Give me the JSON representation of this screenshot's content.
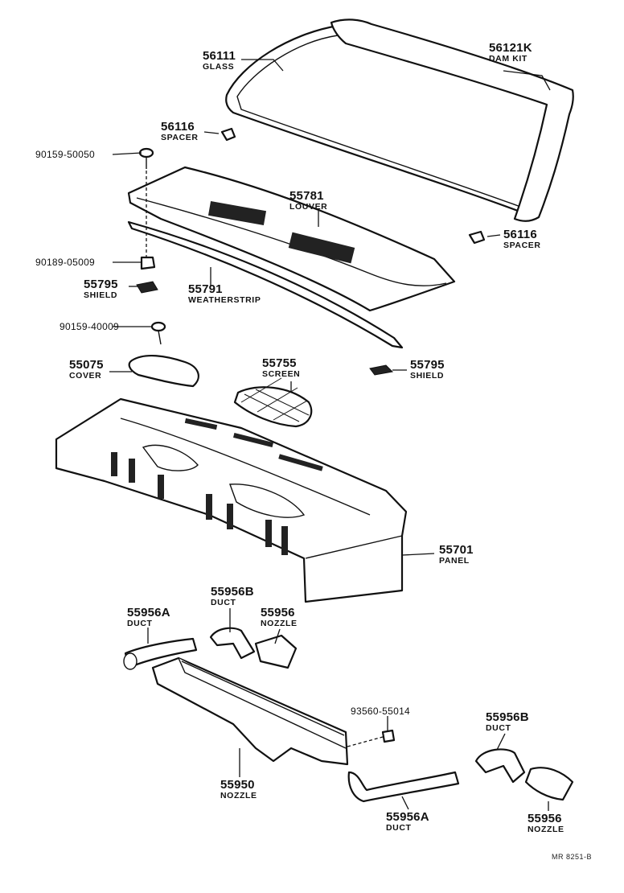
{
  "parts": [
    {
      "id": "glass",
      "number": "56111",
      "name": "GLASS"
    },
    {
      "id": "dam-kit",
      "number": "56121K",
      "name": "DAM KIT"
    },
    {
      "id": "spacer-upper",
      "number": "56116",
      "name": "SPACER"
    },
    {
      "id": "bolt-upper",
      "number": "90159-50050",
      "name": ""
    },
    {
      "id": "louver",
      "number": "55781",
      "name": "LOUVER"
    },
    {
      "id": "spacer-right",
      "number": "56116",
      "name": "SPACER"
    },
    {
      "id": "nut",
      "number": "90189-05009",
      "name": ""
    },
    {
      "id": "shield-left",
      "number": "55795",
      "name": "SHIELD"
    },
    {
      "id": "weatherstrip",
      "number": "55791",
      "name": "WEATHERSTRIP"
    },
    {
      "id": "bolt-lower",
      "number": "90159-40009",
      "name": ""
    },
    {
      "id": "cover",
      "number": "55075",
      "name": "COVER"
    },
    {
      "id": "screen",
      "number": "55755",
      "name": "SCREEN"
    },
    {
      "id": "shield-right",
      "number": "55795",
      "name": "SHIELD"
    },
    {
      "id": "panel",
      "number": "55701",
      "name": "PANEL"
    },
    {
      "id": "duct-b-upper",
      "number": "55956B",
      "name": "DUCT"
    },
    {
      "id": "duct-a-upper",
      "number": "55956A",
      "name": "DUCT"
    },
    {
      "id": "nozzle-upper",
      "number": "55956",
      "name": "NOZZLE"
    },
    {
      "id": "clip",
      "number": "93560-55014",
      "name": ""
    },
    {
      "id": "duct-b-lower",
      "number": "55956B",
      "name": "DUCT"
    },
    {
      "id": "nozzle-main",
      "number": "55950",
      "name": "NOZZLE"
    },
    {
      "id": "duct-a-lower",
      "number": "55956A",
      "name": "DUCT"
    },
    {
      "id": "nozzle-lower",
      "number": "55956",
      "name": "NOZZLE"
    }
  ],
  "figure_ref": "MR  8251-B"
}
